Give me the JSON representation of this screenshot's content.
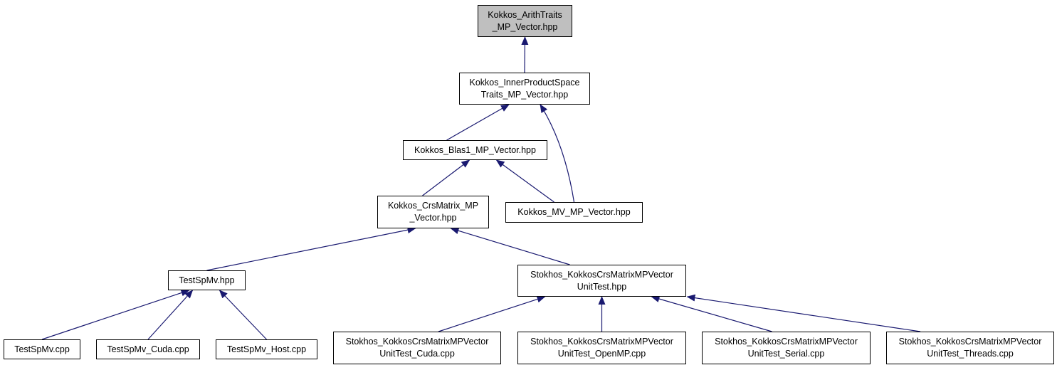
{
  "colors": {
    "edge": "#191970",
    "node_border": "#000000",
    "focus_fill": "#bfbfbf",
    "node_fill": "#ffffff"
  },
  "nodes": {
    "arith": {
      "lines": [
        "Kokkos_ArithTraits",
        "_MP_Vector.hpp"
      ],
      "focus": true
    },
    "inner": {
      "lines": [
        "Kokkos_InnerProductSpace",
        "Traits_MP_Vector.hpp"
      ]
    },
    "blas1": {
      "lines": [
        "Kokkos_Blas1_MP_Vector.hpp"
      ]
    },
    "crs": {
      "lines": [
        "Kokkos_CrsMatrix_MP",
        "_Vector.hpp"
      ]
    },
    "mv": {
      "lines": [
        "Kokkos_MV_MP_Vector.hpp"
      ]
    },
    "testhpp": {
      "lines": [
        "TestSpMv.hpp"
      ]
    },
    "stokhpp": {
      "lines": [
        "Stokhos_KokkosCrsMatrixMPVector",
        "UnitTest.hpp"
      ]
    },
    "testcpp": {
      "lines": [
        "TestSpMv.cpp"
      ]
    },
    "testcuda": {
      "lines": [
        "TestSpMv_Cuda.cpp"
      ]
    },
    "testhost": {
      "lines": [
        "TestSpMv_Host.cpp"
      ]
    },
    "stokcuda": {
      "lines": [
        "Stokhos_KokkosCrsMatrixMPVector",
        "UnitTest_Cuda.cpp"
      ]
    },
    "stokomp": {
      "lines": [
        "Stokhos_KokkosCrsMatrixMPVector",
        "UnitTest_OpenMP.cpp"
      ]
    },
    "stokserial": {
      "lines": [
        "Stokhos_KokkosCrsMatrixMPVector",
        "UnitTest_Serial.cpp"
      ]
    },
    "stokthreads": {
      "lines": [
        "Stokhos_KokkosCrsMatrixMPVector",
        "UnitTest_Threads.cpp"
      ]
    }
  },
  "edges": [
    {
      "from": "inner",
      "to": "arith"
    },
    {
      "from": "blas1",
      "to": "inner"
    },
    {
      "from": "mv",
      "to": "inner"
    },
    {
      "from": "crs",
      "to": "blas1"
    },
    {
      "from": "mv",
      "to": "blas1"
    },
    {
      "from": "testhpp",
      "to": "crs"
    },
    {
      "from": "stokhpp",
      "to": "crs"
    },
    {
      "from": "testcpp",
      "to": "testhpp"
    },
    {
      "from": "testcuda",
      "to": "testhpp"
    },
    {
      "from": "testhost",
      "to": "testhpp"
    },
    {
      "from": "stokcuda",
      "to": "stokhpp"
    },
    {
      "from": "stokomp",
      "to": "stokhpp"
    },
    {
      "from": "stokserial",
      "to": "stokhpp"
    },
    {
      "from": "stokthreads",
      "to": "stokhpp"
    }
  ]
}
